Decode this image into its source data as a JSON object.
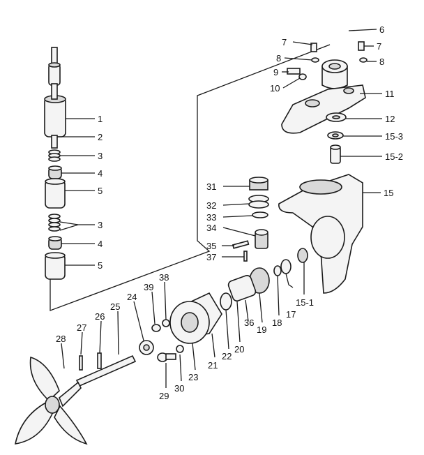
{
  "labels": {
    "l1": "1",
    "l2": "2",
    "l3a": "3",
    "l4a": "4",
    "l5a": "5",
    "l3b": "3",
    "l4b": "4",
    "l5b": "5",
    "l6": "6",
    "l7a": "7",
    "l7b": "7",
    "l8a": "8",
    "l8b": "8",
    "l9": "9",
    "l10": "10",
    "l11": "11",
    "l12": "12",
    "l15_3": "15-3",
    "l15_2": "15-2",
    "l15": "15",
    "l15_1": "15-1",
    "l17": "17",
    "l18": "18",
    "l19": "19",
    "l20": "20",
    "l21": "21",
    "l22": "22",
    "l23": "23",
    "l24": "24",
    "l25": "25",
    "l26": "26",
    "l27": "27",
    "l28": "28",
    "l29": "29",
    "l30": "30",
    "l31": "31",
    "l32": "32",
    "l33": "33",
    "l34": "34",
    "l35": "35",
    "l36": "36",
    "l37": "37",
    "l38": "38",
    "l39": "39"
  }
}
